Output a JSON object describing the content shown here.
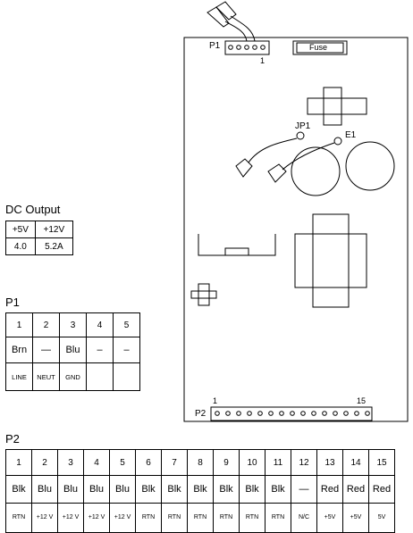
{
  "board": {
    "p1_label": "P1",
    "p1_pin1": "1",
    "fuse_label": "Fuse",
    "jp1_label": "JP1",
    "e1_label": "E1",
    "p2_label": "P2",
    "p2_pin1": "1",
    "p2_pin15": "15"
  },
  "dc_output": {
    "title": "DC Output",
    "headers": [
      "+5V",
      "+12V"
    ],
    "values": [
      "4.0",
      "5.2A"
    ]
  },
  "p1": {
    "title": "P1",
    "pins": [
      "1",
      "2",
      "3",
      "4",
      "5"
    ],
    "colors": [
      "Brn",
      "—",
      "Blu",
      "–",
      "–"
    ],
    "signals": [
      "LINE",
      "NEUT",
      "GND",
      "",
      ""
    ]
  },
  "p2": {
    "title": "P2",
    "pins": [
      "1",
      "2",
      "3",
      "4",
      "5",
      "6",
      "7",
      "8",
      "9",
      "10",
      "11",
      "12",
      "13",
      "14",
      "15"
    ],
    "colors": [
      "Blk",
      "Blu",
      "Blu",
      "Blu",
      "Blu",
      "Blk",
      "Blk",
      "Blk",
      "Blk",
      "Blk",
      "Blk",
      "—",
      "Red",
      "Red",
      "Red"
    ],
    "signals": [
      "RTN",
      "+12 V",
      "+12 V",
      "+12 V",
      "+12 V",
      "RTN",
      "RTN",
      "RTN",
      "RTN",
      "RTN",
      "RTN",
      "N/C",
      "+5V",
      "+5V",
      "5V"
    ]
  }
}
